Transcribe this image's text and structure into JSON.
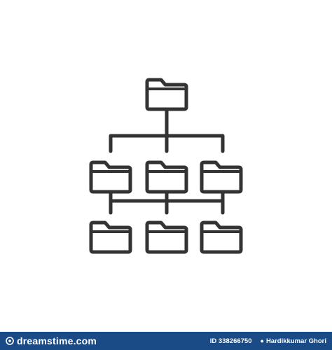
{
  "icon": {
    "name": "folder-hierarchy-icon",
    "stroke_color": "#333333",
    "folders": [
      {
        "row": "top",
        "col": "center"
      },
      {
        "row": "middle",
        "col": "left"
      },
      {
        "row": "middle",
        "col": "center"
      },
      {
        "row": "middle",
        "col": "right"
      },
      {
        "row": "bottom",
        "col": "left"
      },
      {
        "row": "bottom",
        "col": "center"
      },
      {
        "row": "bottom",
        "col": "right"
      }
    ]
  },
  "footer": {
    "background": "#1b4b86",
    "text_color": "#ffffff",
    "brand_text": "dreamstime.com",
    "image_id": "ID 338266750",
    "author": "Hardikkumar Ghori"
  }
}
